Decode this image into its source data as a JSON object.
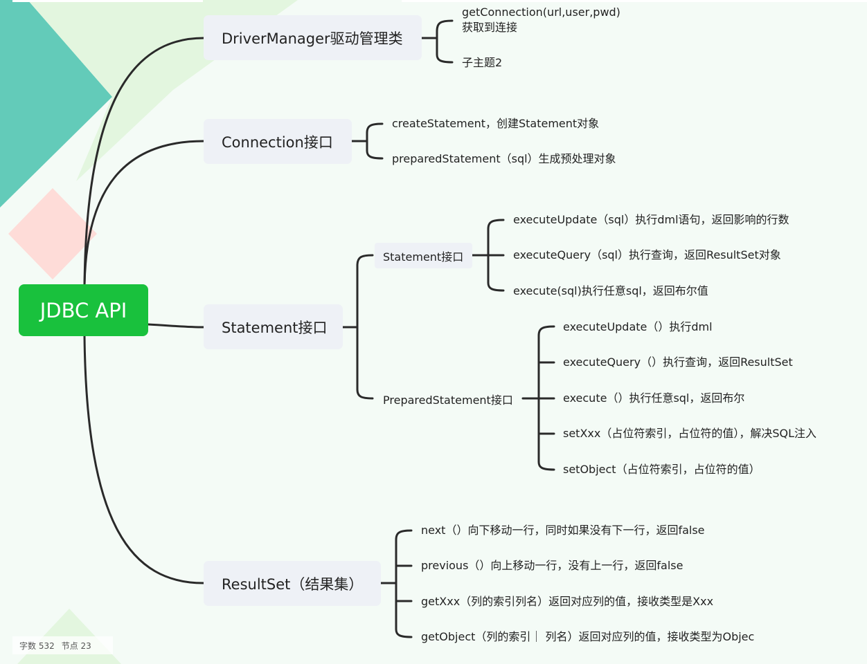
{
  "mindmap": {
    "root": "JDBC API",
    "branches": [
      {
        "label": "DriverManager驱动管理类",
        "children": [
          "getConnection(url,user,pwd)\n获取到连接",
          "子主题2"
        ]
      },
      {
        "label": "Connection接口",
        "children": [
          "createStatement，创建Statement对象",
          "preparedStatement（sql）生成预处理对象"
        ]
      },
      {
        "label": "Statement接口",
        "groups": [
          {
            "label": "Statement接口",
            "children": [
              "executeUpdate（sql）执行dml语句，返回影响的行数",
              "executeQuery（sql）执行查询，返回ResultSet对象",
              "execute(sql)执行任意sql，返回布尔值"
            ]
          },
          {
            "label": "PreparedStatement接口",
            "children": [
              "executeUpdate（）执行dml",
              "executeQuery（）执行查询，返回ResultSet",
              "execute（）执行任意sql，返回布尔",
              "setXxx（占位符索引，占位符的值），解决SQL注入",
              "setObject（占位符索引，占位符的值）"
            ]
          }
        ]
      },
      {
        "label": "ResultSet（结果集）",
        "children": [
          "next（）向下移动一行，同时如果没有下一行，返回false",
          "previous（）向上移动一行，没有上一行，返回false",
          "getXxx（列的索引列名）返回对应列的值，接收类型是Xxx",
          "getObject（列的索引｜ 列名）返回对应列的值，接收类型为Objec"
        ]
      }
    ]
  },
  "status": {
    "word_count": "字数 532",
    "node_count": "节点 23"
  },
  "colors": {
    "root": "#19c13d",
    "topic_bg": "#eef1f6",
    "line": "#2a2a2a"
  }
}
